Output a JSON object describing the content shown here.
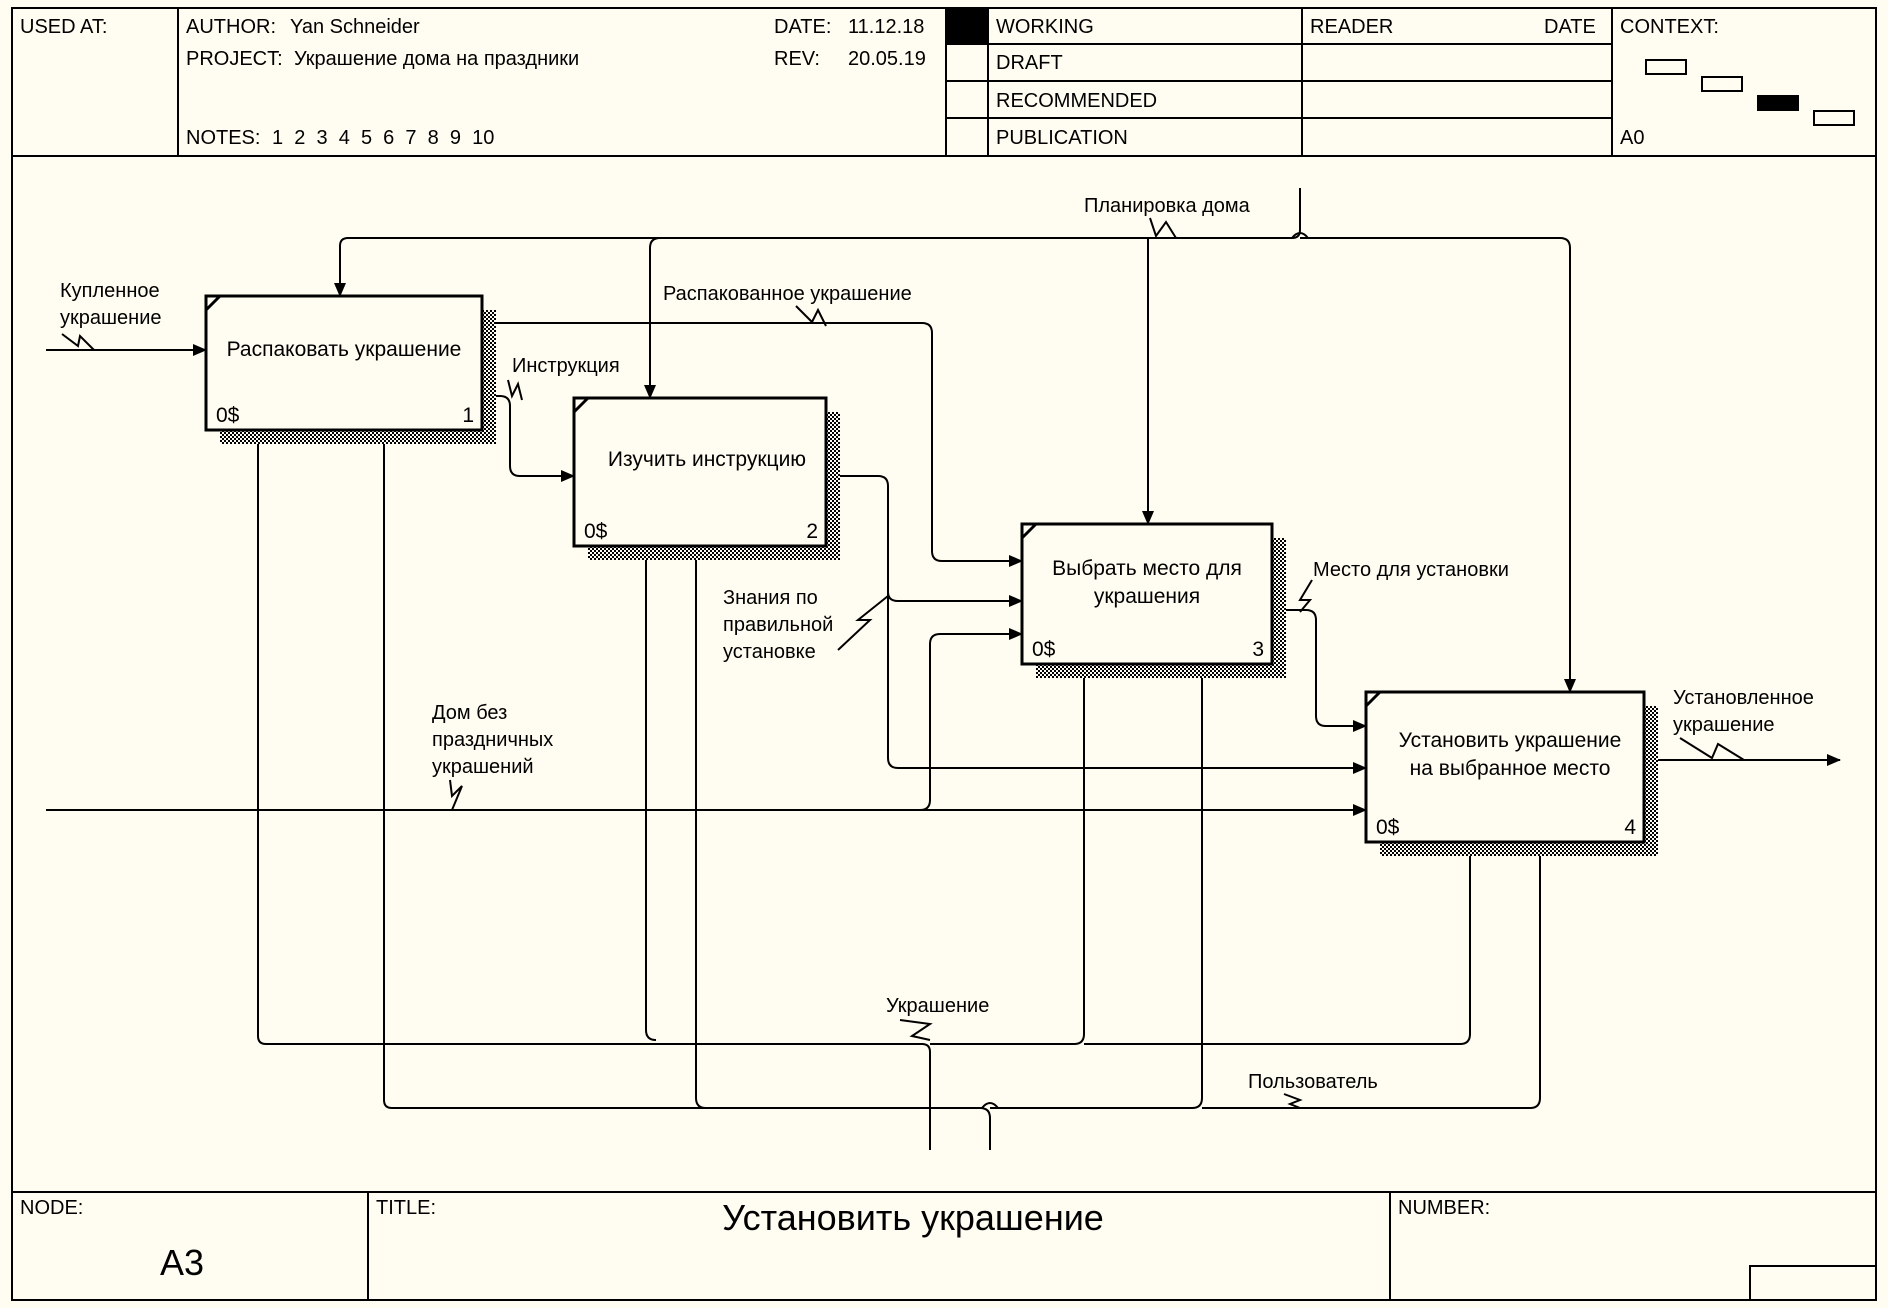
{
  "header": {
    "used_at_label": "USED AT:",
    "author_label": "AUTHOR:",
    "author": "Yan Schneider",
    "project_label": "PROJECT:",
    "project": "Украшение дома на праздники",
    "date_label": "DATE:",
    "date": "11.12.18",
    "rev_label": "REV:",
    "rev": "20.05.19",
    "notes_label": "NOTES:",
    "notes": "1  2  3  4  5  6  7  8  9  10",
    "status": [
      "WORKING",
      "DRAFT",
      "RECOMMENDED",
      "PUBLICATION"
    ],
    "status_active": "WORKING",
    "reader_label": "READER",
    "reader_date_label": "DATE",
    "context_label": "CONTEXT:",
    "context_node": "A0"
  },
  "boxes": [
    {
      "id": 1,
      "lines": [
        "Распаковать украшение"
      ],
      "cost": "0$",
      "num": "1"
    },
    {
      "id": 2,
      "lines": [
        "Изучить инструкцию"
      ],
      "cost": "0$",
      "num": "2"
    },
    {
      "id": 3,
      "lines": [
        "Выбрать место для",
        "украшения"
      ],
      "cost": "0$",
      "num": "3"
    },
    {
      "id": 4,
      "lines": [
        "Установить украшение",
        "на выбранное место"
      ],
      "cost": "0$",
      "num": "4"
    }
  ],
  "arrow_labels": {
    "bought": [
      "Купленное",
      "украшение"
    ],
    "house_plan": [
      "Планировка дома"
    ],
    "unpacked": [
      "Распакованное украшение"
    ],
    "instruction": [
      "Инструкция"
    ],
    "knowledge": [
      "Знания по",
      "правильной",
      "установке"
    ],
    "place": [
      "Место для установки"
    ],
    "house_no_decor": [
      "Дом без",
      "праздничных",
      "украшений"
    ],
    "installed": [
      "Установленное",
      "украшение"
    ],
    "decoration": [
      "Украшение"
    ],
    "user": [
      "Пользователь"
    ]
  },
  "footer": {
    "node_label": "NODE:",
    "node": "A3",
    "title_label": "TITLE:",
    "title": "Установить украшение",
    "number_label": "NUMBER:"
  },
  "colors": {
    "background": "#fffdf1",
    "line": "#000000",
    "active_status": "#000000"
  }
}
